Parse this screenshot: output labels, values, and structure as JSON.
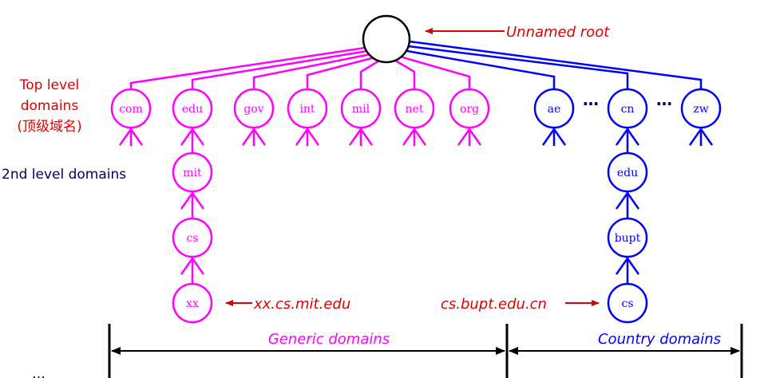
{
  "colors": {
    "generic": "#ff00ff",
    "country": "#0000ff",
    "annotation": "#dd0000",
    "root": "#000000",
    "text_dark": "#000066"
  },
  "root_label": "Unnamed root",
  "side_labels": {
    "top_level_line1": "Top level",
    "top_level_line2": "domains",
    "top_level_line3": "(顶级域名)",
    "second_level": "2nd level domains",
    "bottom_partial": "…"
  },
  "generic_tlds": [
    "com",
    "edu",
    "gov",
    "int",
    "mil",
    "net",
    "org"
  ],
  "country_tlds": [
    "ae",
    "cn",
    "zw"
  ],
  "ellipsis": "…",
  "generic_chain": [
    "mit",
    "cs",
    "xx"
  ],
  "country_chain": [
    "edu",
    "bupt",
    "cs"
  ],
  "annotations": {
    "generic_example": "xx.cs.mit.edu",
    "country_example": "cs.bupt.edu.cn"
  },
  "ranges": {
    "generic": "Generic domains",
    "country": "Country domains"
  }
}
